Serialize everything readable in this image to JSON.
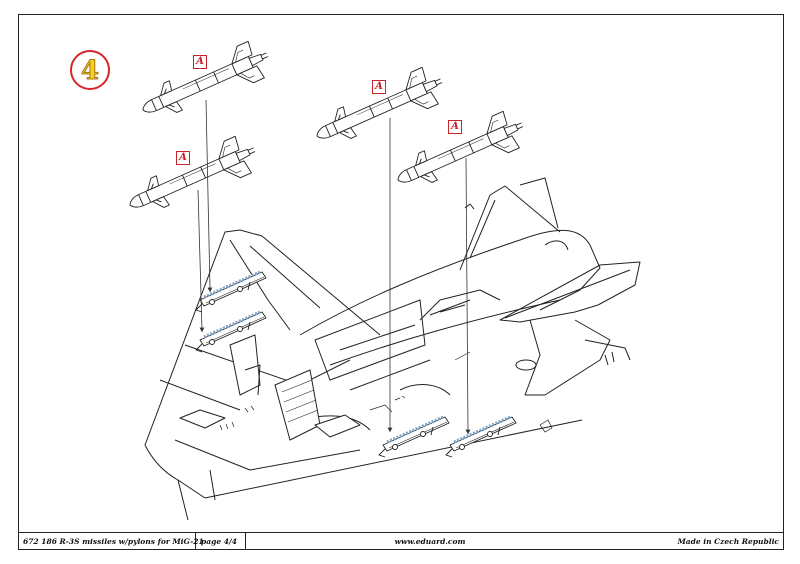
{
  "step_number": "4",
  "part_ref": "A",
  "footer": {
    "product": "672 186  R-3S missiles w/pylons for MiG-21",
    "page": "page 4/4",
    "url": "www.eduard.com",
    "made_in": "Made in Czech Republic"
  },
  "colors": {
    "frame": "#222222",
    "ref_box": "#c8242a",
    "step_fill": "#f2d21a",
    "step_ring": "#d4262c",
    "guide_line": "#333333"
  }
}
